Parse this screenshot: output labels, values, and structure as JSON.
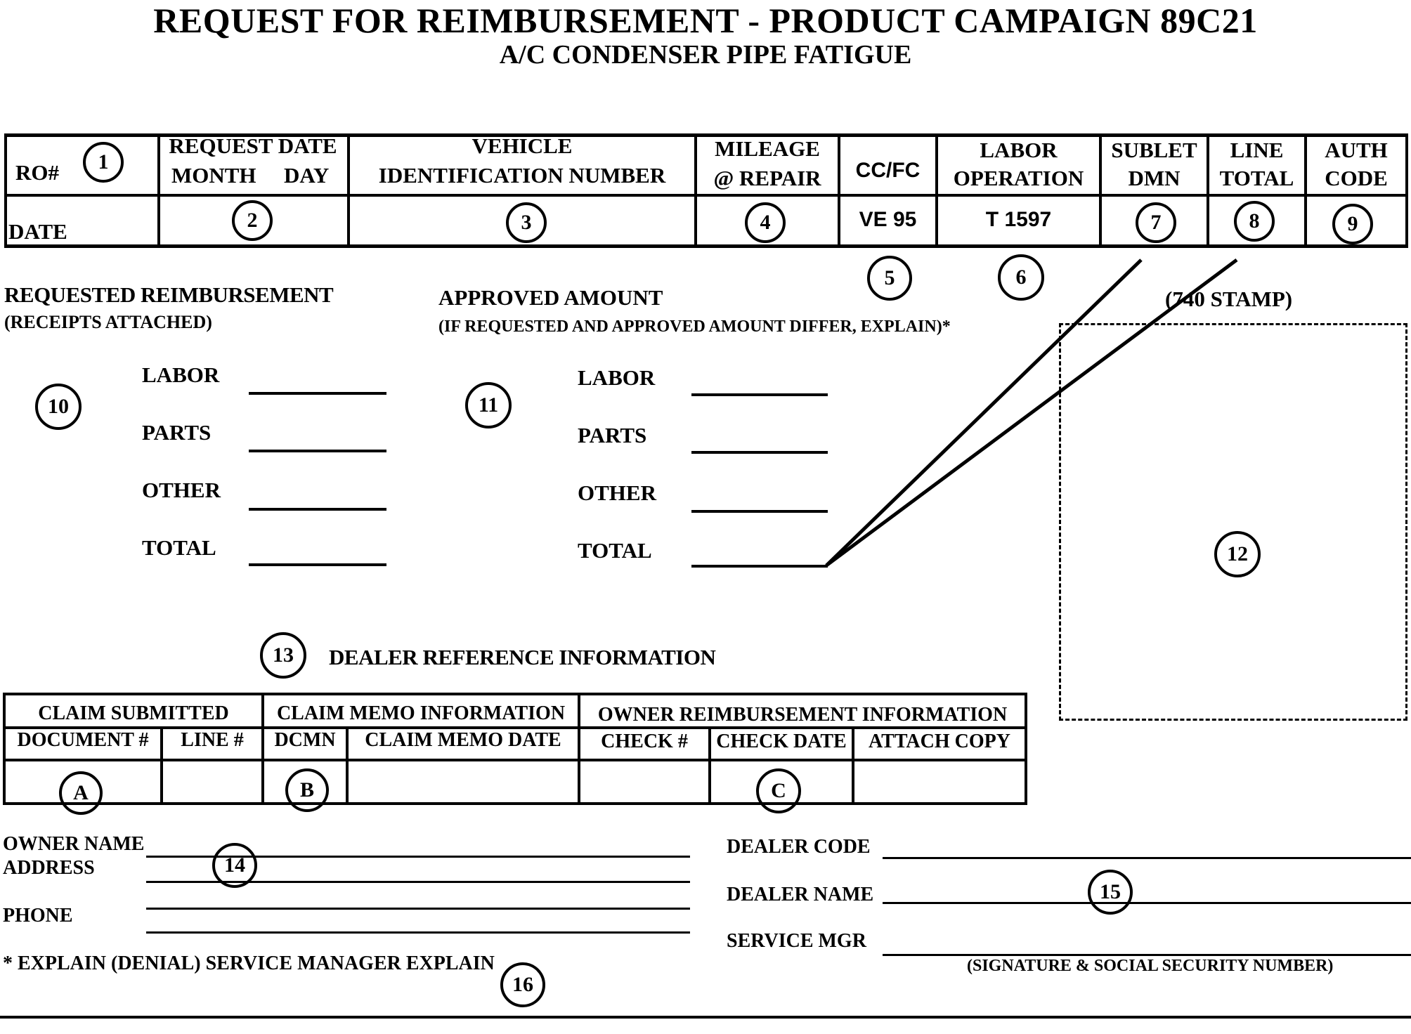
{
  "title": "REQUEST FOR REIMBURSEMENT - PRODUCT CAMPAIGN 89C21",
  "subtitle": "A/C CONDENSER PIPE FATIGUE",
  "top_table": {
    "ro_label": "RO#",
    "date_label": "DATE",
    "request_date_line1": "REQUEST DATE",
    "request_date_month": "MONTH",
    "request_date_day": "DAY",
    "vin_line1": "VEHICLE",
    "vin_line2": "IDENTIFICATION NUMBER",
    "mileage_line1": "MILEAGE",
    "mileage_line2": "@ REPAIR",
    "ccfc": "CC/FC",
    "ccfc_value": "VE 95",
    "labor_line1": "LABOR",
    "labor_line2": "OPERATION",
    "labor_value": "T 1597",
    "sublet_line1": "SUBLET",
    "sublet_line2": "DMN",
    "line_line1": "LINE",
    "line_line2": "TOTAL",
    "auth_line1": "AUTH",
    "auth_line2": "CODE"
  },
  "markers": {
    "m1": "1",
    "m2": "2",
    "m3": "3",
    "m4": "4",
    "m5": "5",
    "m6": "6",
    "m7": "7",
    "m8": "8",
    "m9": "9",
    "m10": "10",
    "m11": "11",
    "m12": "12",
    "m13": "13",
    "m14": "14",
    "m15": "15",
    "m16": "16",
    "mA": "A",
    "mB": "B",
    "mC": "C"
  },
  "requested": {
    "title": "REQUESTED REIMBURSEMENT",
    "subtitle": "(RECEIPTS ATTACHED)",
    "labor": "LABOR",
    "parts": "PARTS",
    "other": "OTHER",
    "total": "TOTAL"
  },
  "approved": {
    "title": "APPROVED AMOUNT",
    "subtitle": "(IF REQUESTED AND APPROVED AMOUNT DIFFER, EXPLAIN)*",
    "labor": "LABOR",
    "parts": "PARTS",
    "other": "OTHER",
    "total": "TOTAL"
  },
  "stamp_label": "(740 STAMP)",
  "dealer_ref_title": "DEALER REFERENCE INFORMATION",
  "ref_table": {
    "claim_submitted": "CLAIM SUBMITTED",
    "claim_memo_info": "CLAIM MEMO INFORMATION",
    "owner_reimb_info": "OWNER REIMBURSEMENT INFORMATION",
    "document_no": "DOCUMENT #",
    "line_no": "LINE #",
    "dcmn": "DCMN",
    "claim_memo_date": "CLAIM MEMO DATE",
    "check_no": "CHECK #",
    "check_date": "CHECK DATE",
    "attach_copy": "ATTACH COPY"
  },
  "owner": {
    "name_label": "OWNER NAME",
    "address_label": "ADDRESS",
    "phone_label": "PHONE"
  },
  "dealer": {
    "code_label": "DEALER CODE",
    "name_label": "DEALER NAME",
    "service_mgr_label": "SERVICE MGR",
    "signature_note": "(SIGNATURE & SOCIAL SECURITY NUMBER)"
  },
  "explain_label": "* EXPLAIN (DENIAL) SERVICE MANAGER EXPLAIN"
}
